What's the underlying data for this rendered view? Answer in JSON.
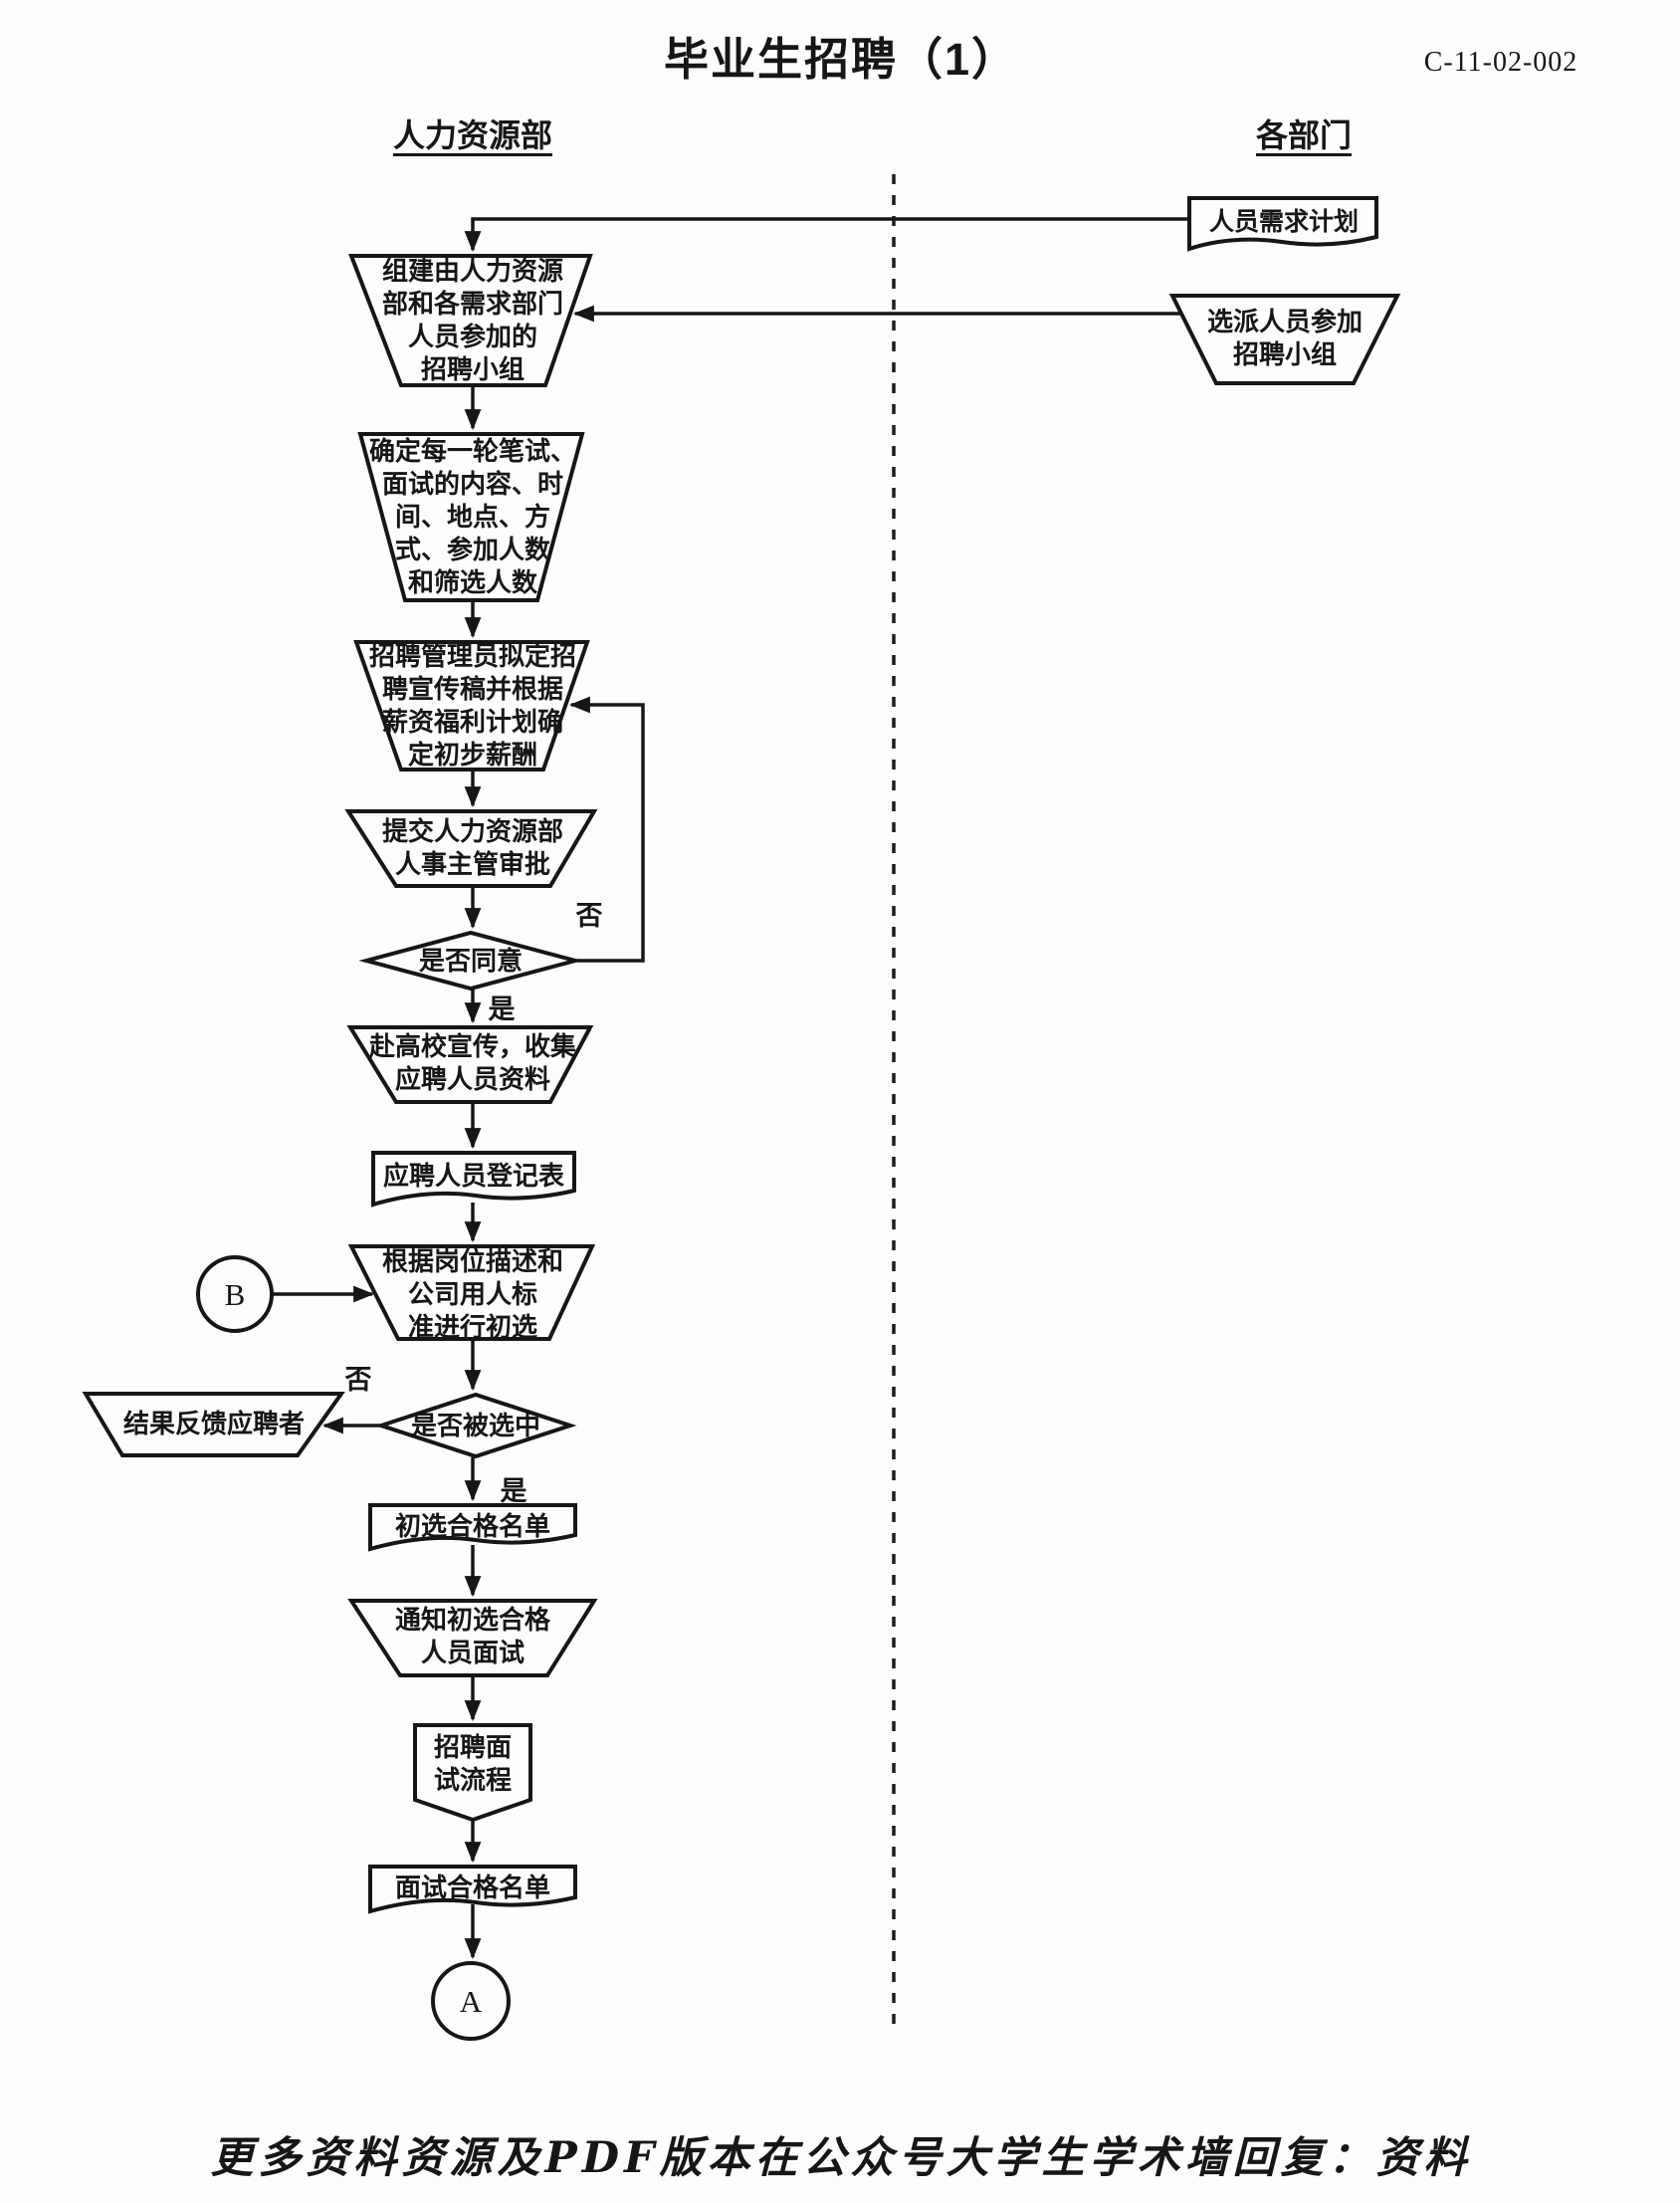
{
  "page": {
    "title": "毕业生招聘（1）",
    "code": "C-11-02-002",
    "columns": {
      "left": "人力资源部",
      "right": "各部门"
    },
    "footer": "更多资料资源及PDF版本在公众号大学生学术墙回复：资料"
  },
  "flow": {
    "dept_nodes": {
      "demand_plan": "人员需求计划",
      "dispatch_team": "选派人员参加\n招聘小组"
    },
    "hr_nodes": {
      "form_team": "组建由人力资源\n部和各需求部门\n人员参加的\n招聘小组",
      "define_rounds": "确定每一轮笔试、\n面试的内容、时\n间、地点、方\n式、参加人数\n和筛选人数",
      "draft_ad": "招聘管理员拟定招\n聘宣传稿并根据\n薪资福利计划确\n定初步薪酬",
      "submit_approval": "提交人力资源部\n人事主管审批",
      "campus_promo": "赴高校宣传，收集\n应聘人员资料",
      "registration_form": "应聘人员登记表",
      "initial_screening": "根据岗位描述和\n公司用人标\n准进行初选",
      "feedback_applicants": "结果反馈应聘者",
      "shortlist": "初选合格名单",
      "notify_interview": "通知初选合格\n人员面试",
      "interview_process": "招聘面\n试流程",
      "interview_pass_list": "面试合格名单"
    },
    "decisions": {
      "approve": "是否同意",
      "selected": "是否被选中"
    },
    "connectors": {
      "a": "A",
      "b": "B"
    },
    "branch_labels": {
      "approve_yes": "是",
      "approve_no": "否",
      "selected_yes": "是",
      "selected_no": "否"
    }
  }
}
